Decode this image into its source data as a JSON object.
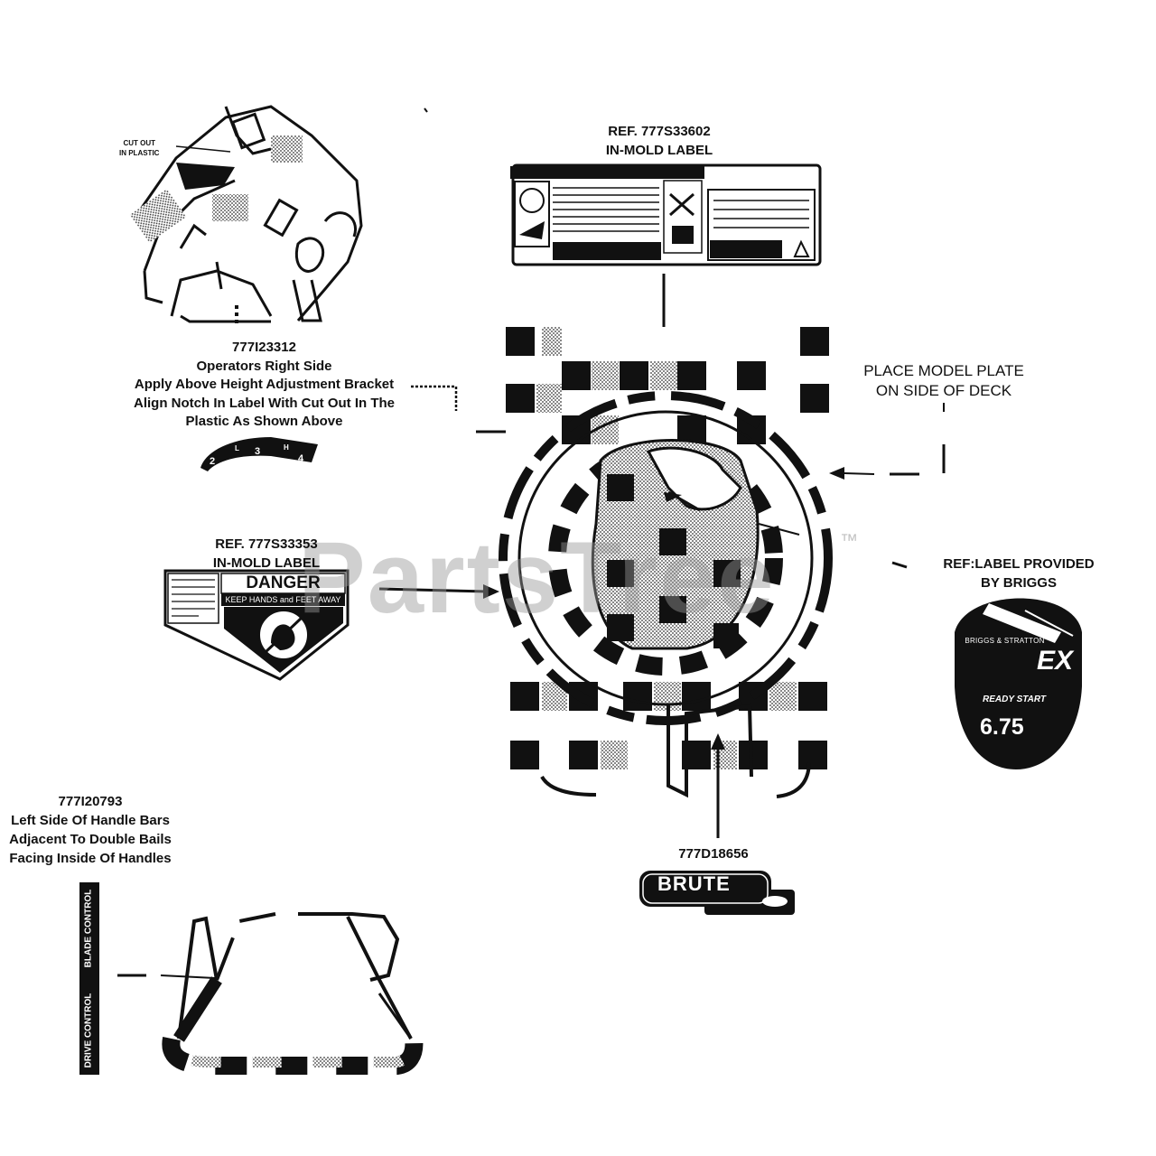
{
  "watermark": {
    "text": "PartsTree",
    "tm": "™"
  },
  "callouts": {
    "top_label": {
      "ref": "REF. 777S33602",
      "type": "IN-MOLD LABEL"
    },
    "height_label": {
      "part": "777I23312",
      "lines": [
        "Operators Right Side",
        "Apply Above Height Adjustment Bracket",
        "Align Notch In Label With Cut Out In The",
        "Plastic As Shown Above"
      ]
    },
    "cutout_note": [
      "CUT OUT",
      "IN PLASTIC"
    ],
    "model_plate": [
      "PLACE MODEL PLATE",
      "ON SIDE OF DECK"
    ],
    "briggs_label": [
      "REF:LABEL PROVIDED",
      "BY BRIGGS"
    ],
    "danger_label": {
      "ref": "REF. 777S33353",
      "type": "IN-MOLD LABEL"
    },
    "brute_label": {
      "part": "777D18656"
    },
    "handle_label": {
      "part": "777I20793",
      "lines": [
        "Left Side Of Handle Bars",
        "Adjacent To Double Bails",
        "Facing Inside Of Handles"
      ]
    }
  },
  "decals": {
    "height_scale": [
      "2",
      "L",
      "3",
      "H",
      "4"
    ],
    "danger": {
      "title": "DANGER",
      "subtitle": "KEEP HANDS and FEET AWAY"
    },
    "briggs": {
      "brand": "BRIGGS & STRATTON",
      "series": "EX",
      "start": "READY START",
      "torque": "6.75"
    },
    "brute": {
      "brand": "BRUTE"
    },
    "handle_strip": {
      "top": "BLADE CONTROL",
      "bottom": "DRIVE CONTROL"
    }
  },
  "colors": {
    "ink": "#111111",
    "watermark": "#9a9a9a",
    "background": "#ffffff"
  }
}
